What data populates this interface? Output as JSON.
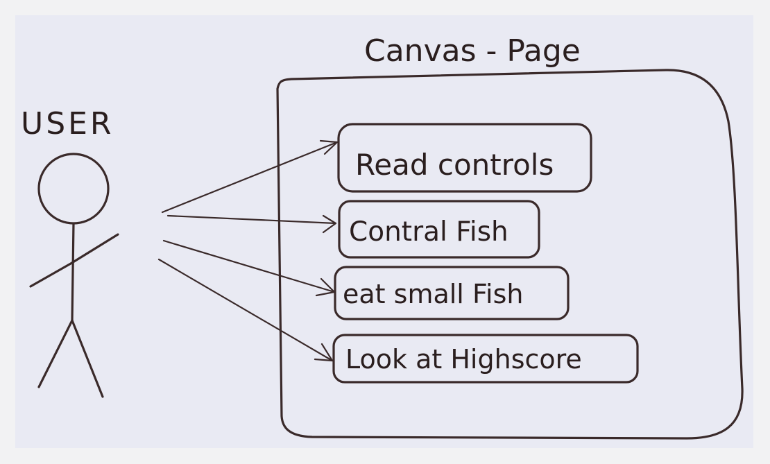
{
  "diagram": {
    "system_title": "Canvas - Page",
    "actor": {
      "label": "USER",
      "icon": "stick-figure-icon"
    },
    "use_cases": [
      {
        "label": "Read controls"
      },
      {
        "label": "Contral Fish"
      },
      {
        "label": "eat small Fish"
      },
      {
        "label": "Look at Highscore"
      }
    ]
  }
}
